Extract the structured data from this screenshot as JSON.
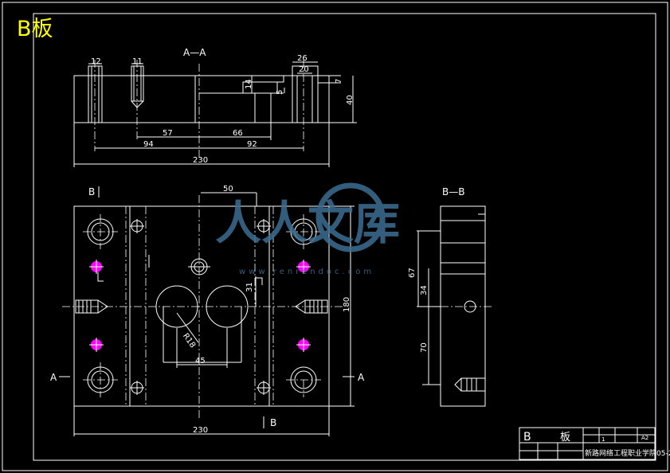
{
  "sheet": {
    "title": "B板",
    "title_color": "#ffff00",
    "line_color": "#ffffff",
    "accent_color": "#ff00ff",
    "background": "#000000"
  },
  "section_views": {
    "aa_label": "A—A",
    "bb_label": "B—B",
    "b_upper": "B",
    "b_lower": "B",
    "a_left": "A",
    "a_right": "A"
  },
  "dimensions": {
    "aa": {
      "d12": "12",
      "d11": "11",
      "d26": "26",
      "d20": "20",
      "d14": "14",
      "d5": "5",
      "d7": "7",
      "d40": "40",
      "d57": "57",
      "d66": "66",
      "d94": "94",
      "d92": "92",
      "d230": "230"
    },
    "plan": {
      "d50": "50",
      "d31": "31",
      "r": "R18",
      "d45": "45",
      "d180": "180",
      "d230": "230"
    },
    "bb": {
      "d67": "67",
      "d34": "34",
      "d70": "70"
    }
  },
  "watermark": {
    "text": "人人文库",
    "url": "www.renrendoc.com",
    "color": "#3d6e93"
  },
  "title_block": {
    "part_char1": "B",
    "part_char2": "板",
    "scale_value": "1",
    "sheet_size": "A2",
    "drawing_number": "新路网络工程职业学院05-2"
  }
}
